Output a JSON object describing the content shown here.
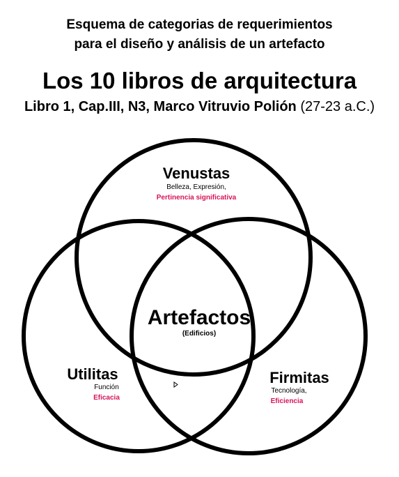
{
  "header": {
    "subtitle_line1": "Esquema de categorias  de requerimientos",
    "subtitle_line2": "para el diseño y análisis de un artefacto",
    "title": "Los 10 libros de arquitectura",
    "citation_main": "Libro 1, Cap.III, N3, Marco Vitruvio Polión",
    "citation_date": "(27-23 a.C.)"
  },
  "colors": {
    "accent": "#d6145a",
    "stroke": "#000000"
  },
  "diagram": {
    "venustas": {
      "title": "Venustas",
      "desc": "Belleza, Expresión,",
      "accent": "Pertinencia significativa"
    },
    "utilitas": {
      "title": "Utilitas",
      "desc": "Función",
      "accent": "Eficacia"
    },
    "firmitas": {
      "title": "Firmitas",
      "desc": "Tecnología,",
      "accent": "Eficiencia"
    },
    "center": {
      "title": "Artefactos",
      "desc": "(Edificios)"
    }
  }
}
